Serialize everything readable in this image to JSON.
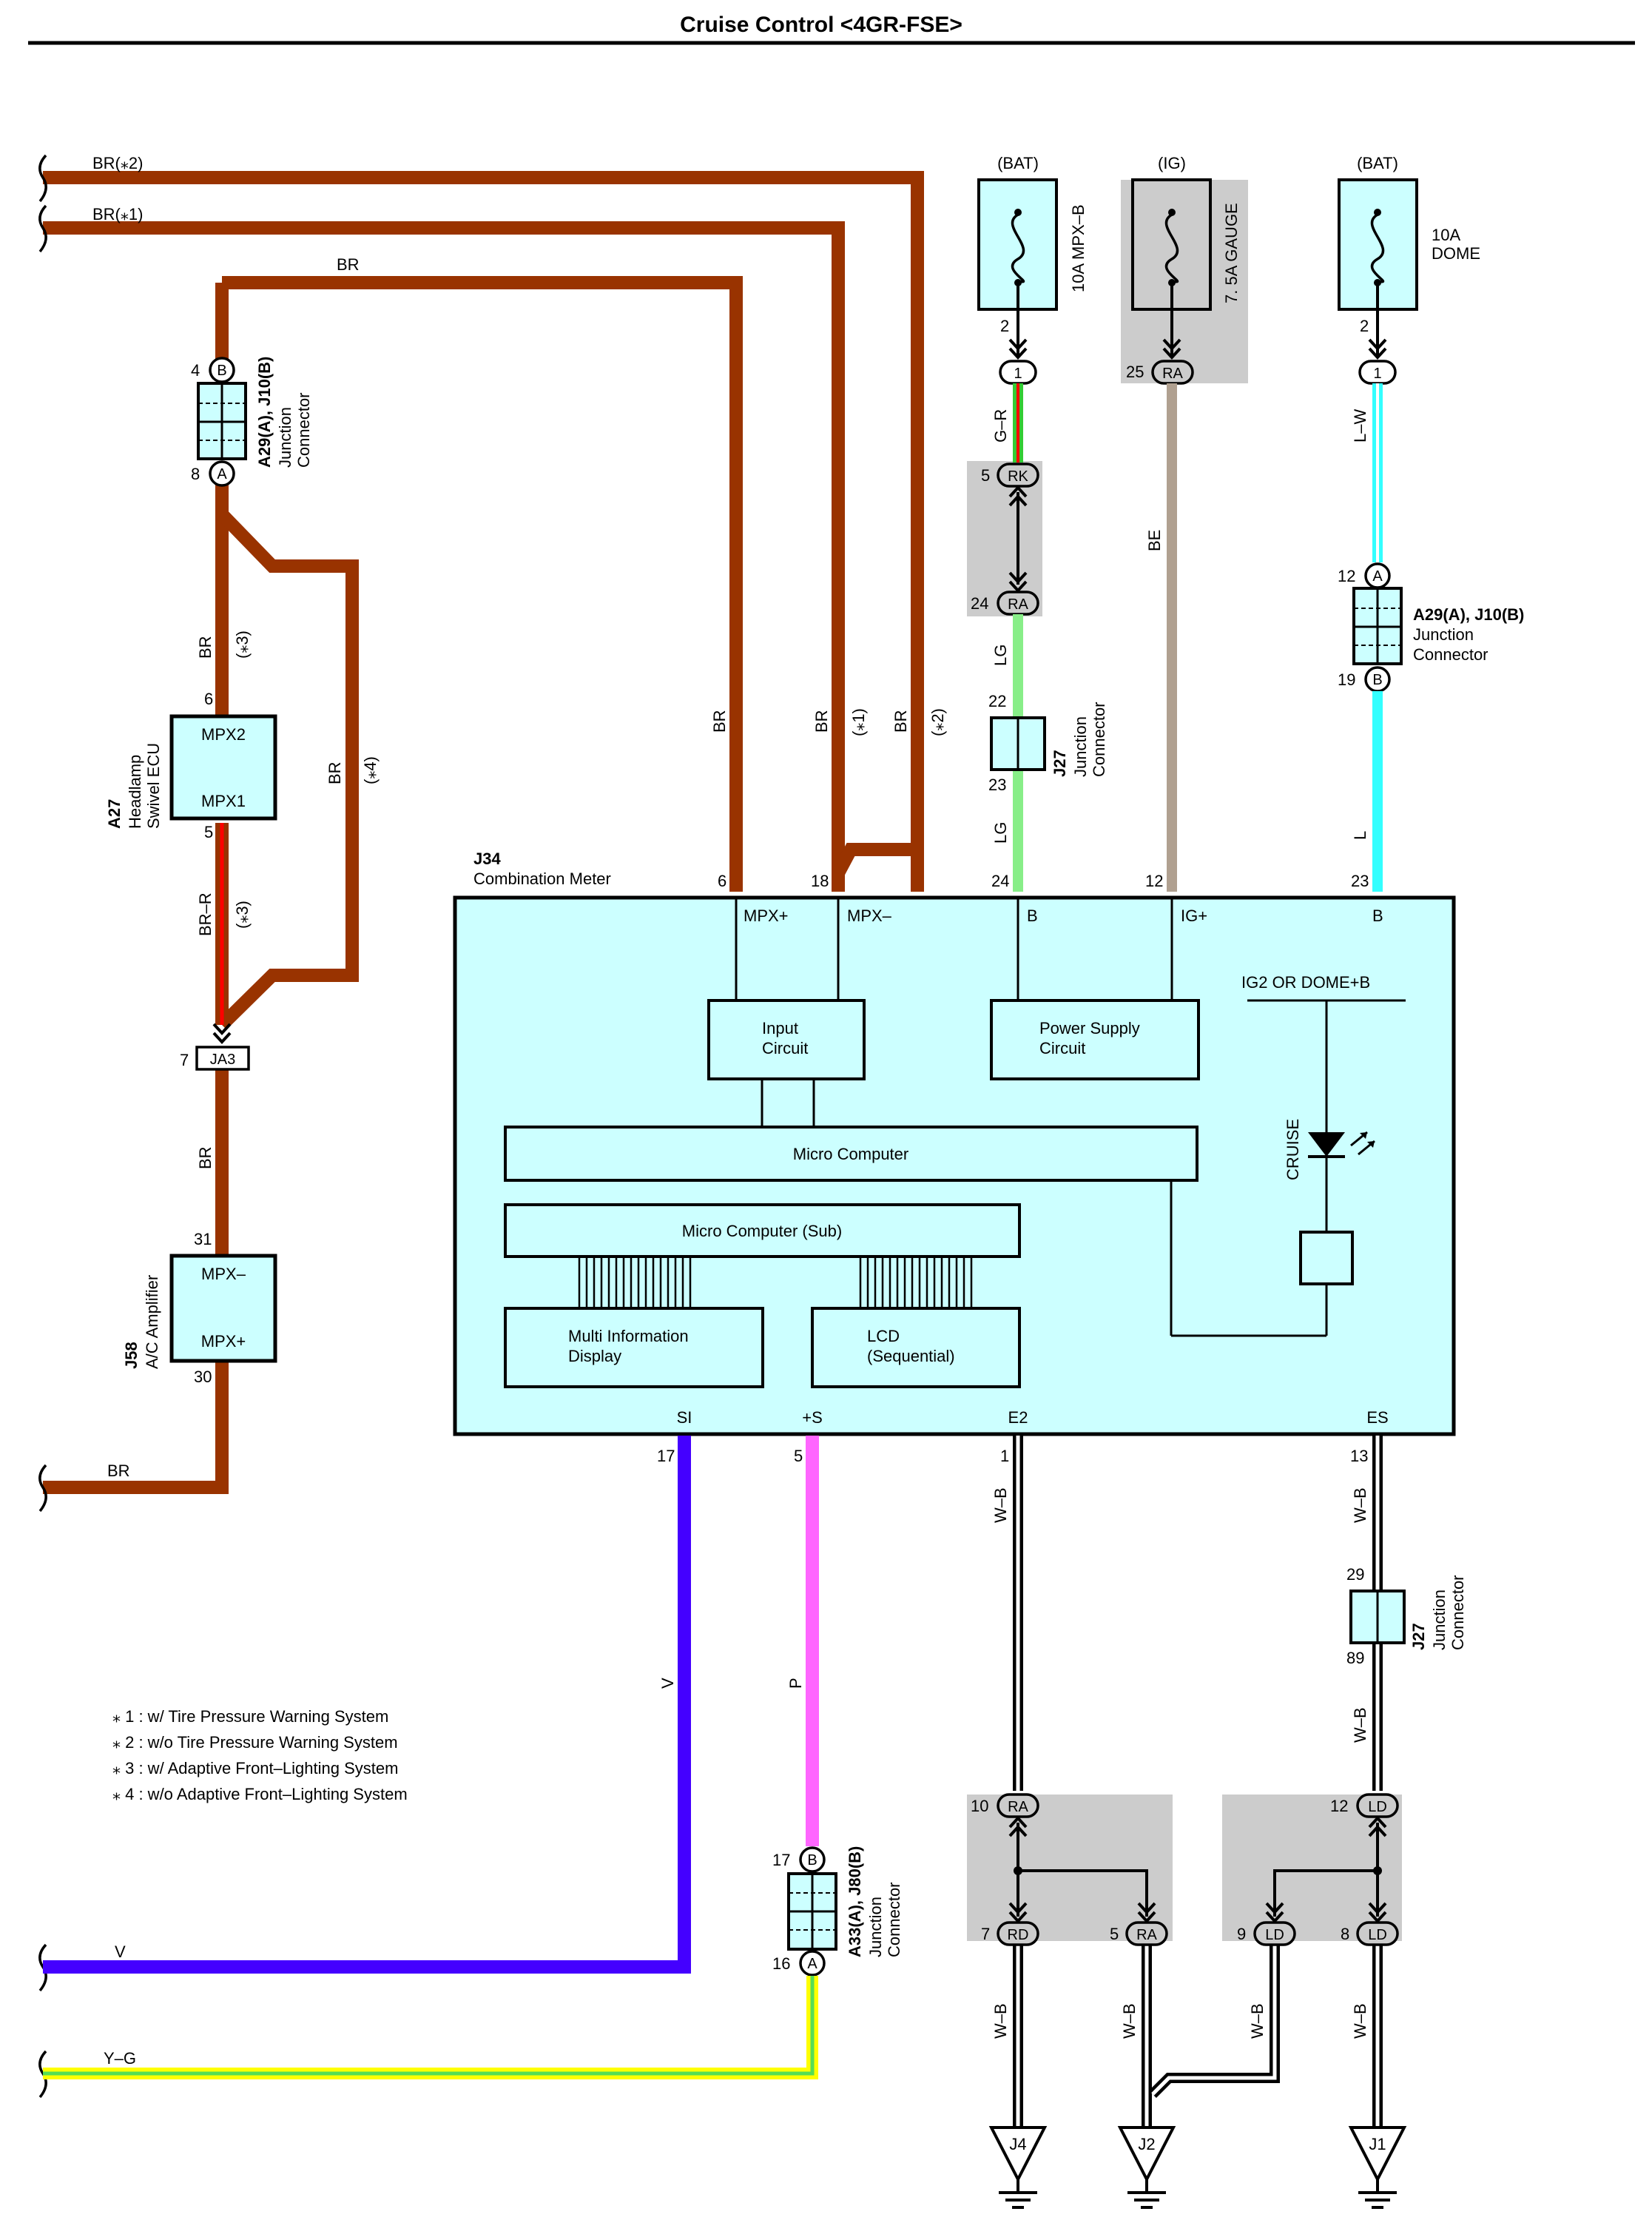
{
  "title": "Cruise Control <4GR-FSE>",
  "wire_colors": {
    "BR": "#993300",
    "G-R": "#33cc33",
    "G-R_stripe": "#ff0000",
    "LG": "#88ee88",
    "BE": "#b0a090",
    "L": "#33ffff",
    "V": "#4400ff",
    "P": "#ff66ff",
    "Y-G_base": "#ffff00",
    "Y-G_stripe": "#55dd55",
    "W-B": "#000000",
    "box_fill": "#ccffff",
    "splice_fill": "#cccccc"
  },
  "wires": {
    "br_star2": "BR(⁎2)",
    "br_star1": "BR(⁎1)",
    "br_top": "BR",
    "br_star3": "BR",
    "star3": "(⁎3)",
    "br_star4": "BR",
    "star4": "(⁎4)",
    "br_r": "BR–R",
    "br_mid": "BR",
    "br_bottom": "BR",
    "br_6": "BR",
    "br_18": "BR",
    "br_18_star": "(⁎1)",
    "br_18b": "BR",
    "br_18b_star": "(⁎2)",
    "gr": "G–R",
    "lg1": "LG",
    "lg2": "LG",
    "be": "BE",
    "lw": "L–W",
    "l": "L",
    "v": "V",
    "v_left": "V",
    "p": "P",
    "yg": "Y–G",
    "wb1": "W–B",
    "wb2": "W–B",
    "wb3": "W–B",
    "wb4": "W–B",
    "wb5": "W–B",
    "wb6": "W–B",
    "wb7": "W–B"
  },
  "fuses": {
    "mpx": {
      "source": "(BAT)",
      "name": "10A MPX–B",
      "pin": "2",
      "conn_pin": "1"
    },
    "gauge": {
      "source": "(IG)",
      "name": "7. 5A GAUGE",
      "pin": "25",
      "conn": "RA"
    },
    "dome": {
      "source": "(BAT)",
      "name_1": "10A",
      "name_2": "DOME",
      "pin": "2",
      "conn_pin": "1"
    }
  },
  "connectors": {
    "a29_left": {
      "pin_top": "4",
      "letter_top": "B",
      "pin_bot": "8",
      "letter_bot": "A",
      "name": "A29(A), J10(B)",
      "desc1": "Junction",
      "desc2": "Connector"
    },
    "a27": {
      "code": "A27",
      "name1": "Headlamp",
      "name2": "Swivel ECU",
      "pin_top": "6",
      "pin_bot": "5",
      "term_top": "MPX2",
      "term_bot": "MPX1"
    },
    "ja3": {
      "pin": "7",
      "code": "JA3"
    },
    "j58": {
      "code": "J58",
      "name": "A/C Amplifier",
      "pin_top": "31",
      "pin_bot": "30",
      "term_top": "MPX–",
      "term_bot": "MPX+"
    },
    "rk": {
      "pin": "5",
      "code": "RK"
    },
    "ra_24": {
      "pin": "24",
      "code": "RA"
    },
    "j27_top": {
      "pin_top": "22",
      "pin_bot": "23",
      "code": "J27",
      "desc1": "Junction",
      "desc2": "Connector"
    },
    "a29_right": {
      "pin_top": "12",
      "letter_top": "A",
      "pin_bot": "19",
      "letter_bot": "B",
      "name": "A29(A), J10(B)",
      "desc1": "Junction",
      "desc2": "Connector"
    },
    "j27_bot": {
      "pin_top": "29",
      "pin_bot": "89",
      "code": "J27",
      "desc1": "Junction",
      "desc2": "Connector"
    },
    "a33": {
      "pin_top": "17",
      "letter_top": "B",
      "pin_bot": "16",
      "letter_bot": "A",
      "name": "A33(A), J80(B)",
      "desc1": "Junction",
      "desc2": "Connector"
    },
    "splice_ra10": {
      "pin": "10",
      "code": "RA"
    },
    "splice_rd7": {
      "pin": "7",
      "code": "RD"
    },
    "splice_ra5": {
      "pin": "5",
      "code": "RA"
    },
    "splice_ld12": {
      "pin": "12",
      "code": "LD"
    },
    "splice_ld9": {
      "pin": "9",
      "code": "LD"
    },
    "splice_ld8": {
      "pin": "8",
      "code": "LD"
    }
  },
  "meter": {
    "code": "J34",
    "name": "Combination Meter",
    "pins_top": {
      "mpx_plus": "6",
      "mpx_minus": "18",
      "b1": "24",
      "ig": "12",
      "b2": "23"
    },
    "terms_top": {
      "mpx_plus": "MPX+",
      "mpx_minus": "MPX–",
      "b1": "B",
      "ig": "IG+",
      "b2": "B"
    },
    "pins_bot": {
      "si": "17",
      "s": "5",
      "e2": "1",
      "es": "13"
    },
    "terms_bot": {
      "si": "SI",
      "s": "+S",
      "e2": "E2",
      "es": "ES"
    },
    "blocks": {
      "input_1": "Input",
      "input_2": "Circuit",
      "power_1": "Power Supply",
      "power_2": "Circuit",
      "ig2": "IG2 OR DOME+B",
      "cruise": "CRUISE",
      "micro": "Micro Computer",
      "micro_sub": "Micro Computer (Sub)",
      "mid_1": "Multi Information",
      "mid_2": "Display",
      "lcd_1": "LCD",
      "lcd_2": "(Sequential)"
    }
  },
  "grounds": {
    "g1": "J4",
    "g2": "J2",
    "g3": "J1"
  },
  "notes": [
    "⁎ 1 : w/ Tire Pressure Warning System",
    "⁎ 2 : w/o Tire Pressure Warning System",
    "⁎ 3 : w/ Adaptive Front–Lighting System",
    "⁎ 4 : w/o Adaptive Front–Lighting System"
  ]
}
